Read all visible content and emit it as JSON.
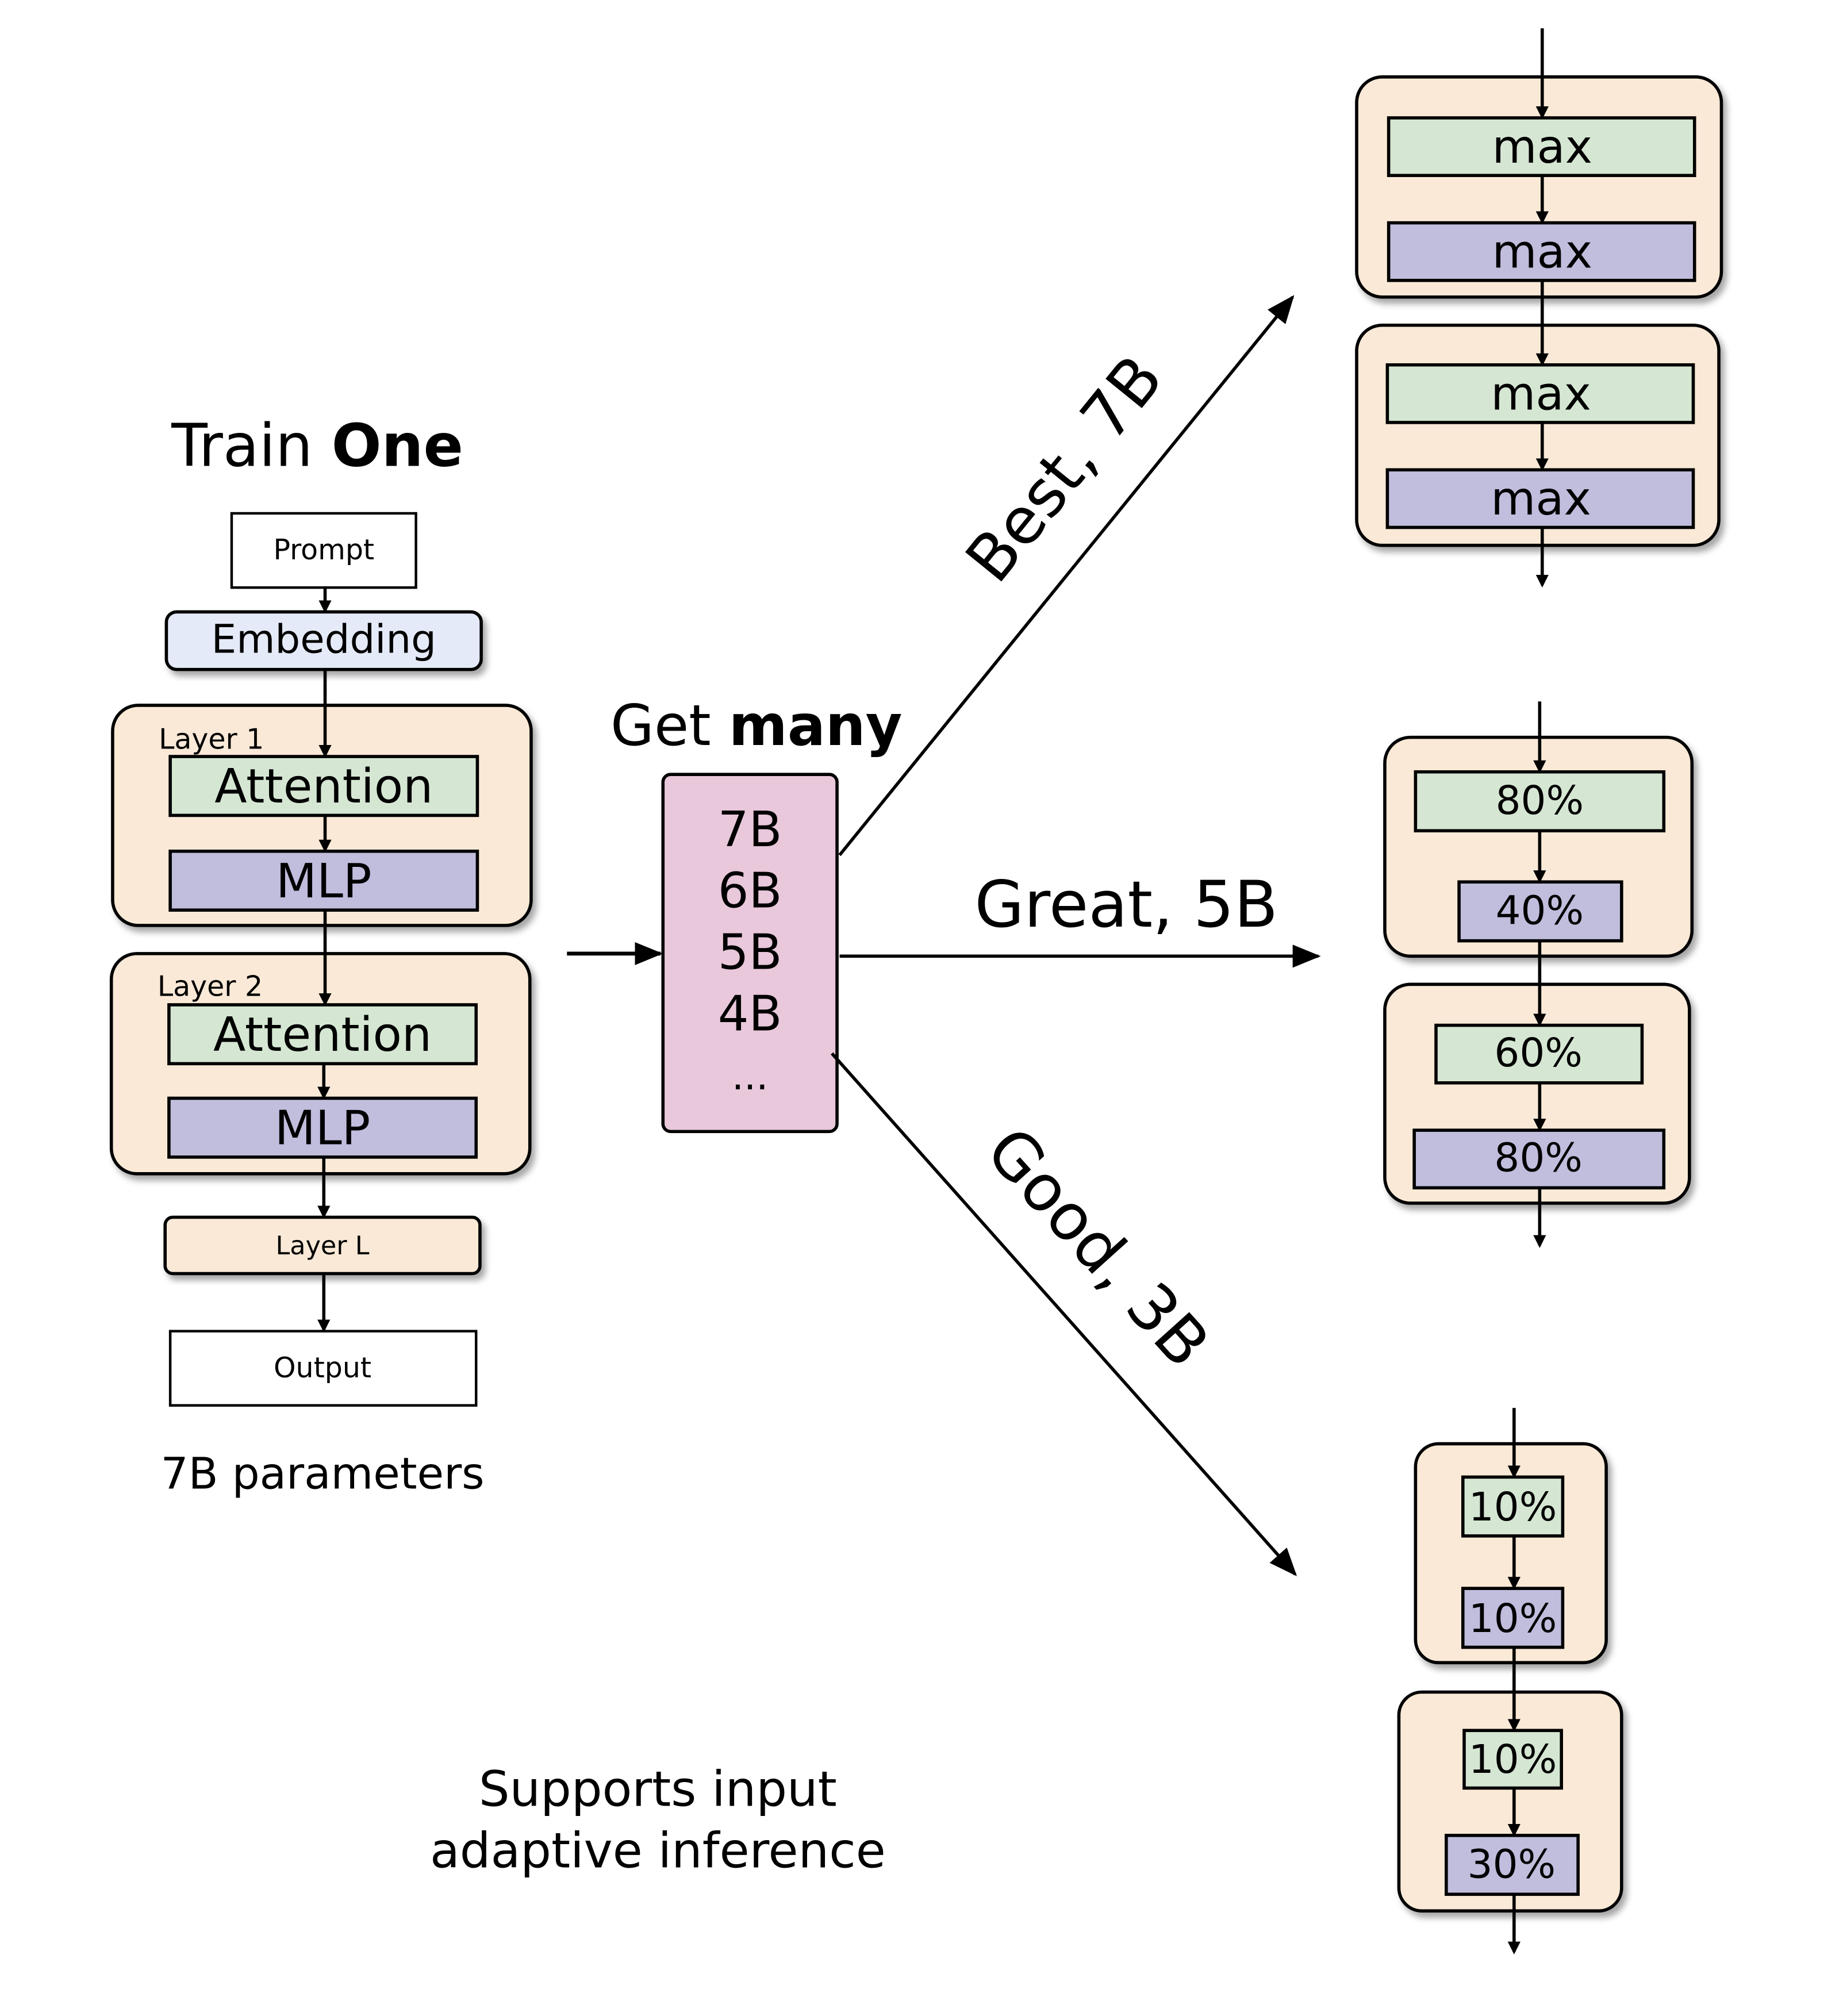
{
  "left": {
    "title_prefix": "Train",
    "title_bold": "One",
    "prompt": "Prompt",
    "embedding": "Embedding",
    "layer1_label": "Layer 1",
    "layer2_label": "Layer 2",
    "attention": "Attention",
    "mlp": "MLP",
    "layer_l": "Layer L",
    "output": "Output",
    "params": "7B parameters"
  },
  "middle": {
    "title_prefix": "Get",
    "title_bold": "many",
    "sizes": [
      "7B",
      "6B",
      "5B",
      "4B",
      "..."
    ]
  },
  "branches": {
    "best": "Best, 7B",
    "great": "Great, 5B",
    "good": "Good, 3B"
  },
  "models": {
    "best": {
      "attn1": "max",
      "mlp1": "max",
      "attn2": "max",
      "mlp2": "max"
    },
    "great": {
      "attn1": "80%",
      "mlp1": "40%",
      "attn2": "60%",
      "mlp2": "80%"
    },
    "good": {
      "attn1": "10%",
      "mlp1": "10%",
      "attn2": "10%",
      "mlp2": "30%"
    }
  },
  "caption": {
    "line1": "Supports input",
    "line2": "adaptive inference"
  },
  "colors": {
    "layer_bg": "#F9E9D6",
    "attention": "#D5E7D3",
    "mlp": "#C0BDDD",
    "embedding": "#E4EAF8",
    "size_box": "#E8C8DA"
  }
}
